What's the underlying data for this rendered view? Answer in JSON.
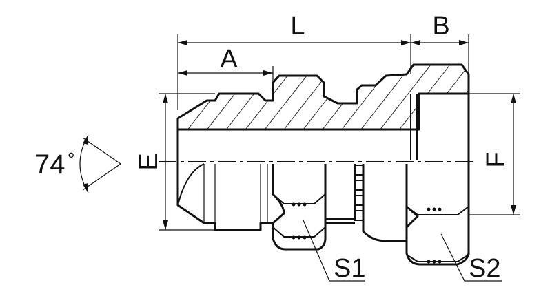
{
  "dimensions": {
    "length": "L",
    "thread_length": "A",
    "nut_width": "B",
    "male_thread_dia": "E",
    "female_thread_dia": "F",
    "flare_angle": "74",
    "degree_symbol": "°",
    "hex_1": "S1",
    "hex_2": "S2"
  },
  "colors": {
    "line": "#111111",
    "background": "#ffffff"
  }
}
